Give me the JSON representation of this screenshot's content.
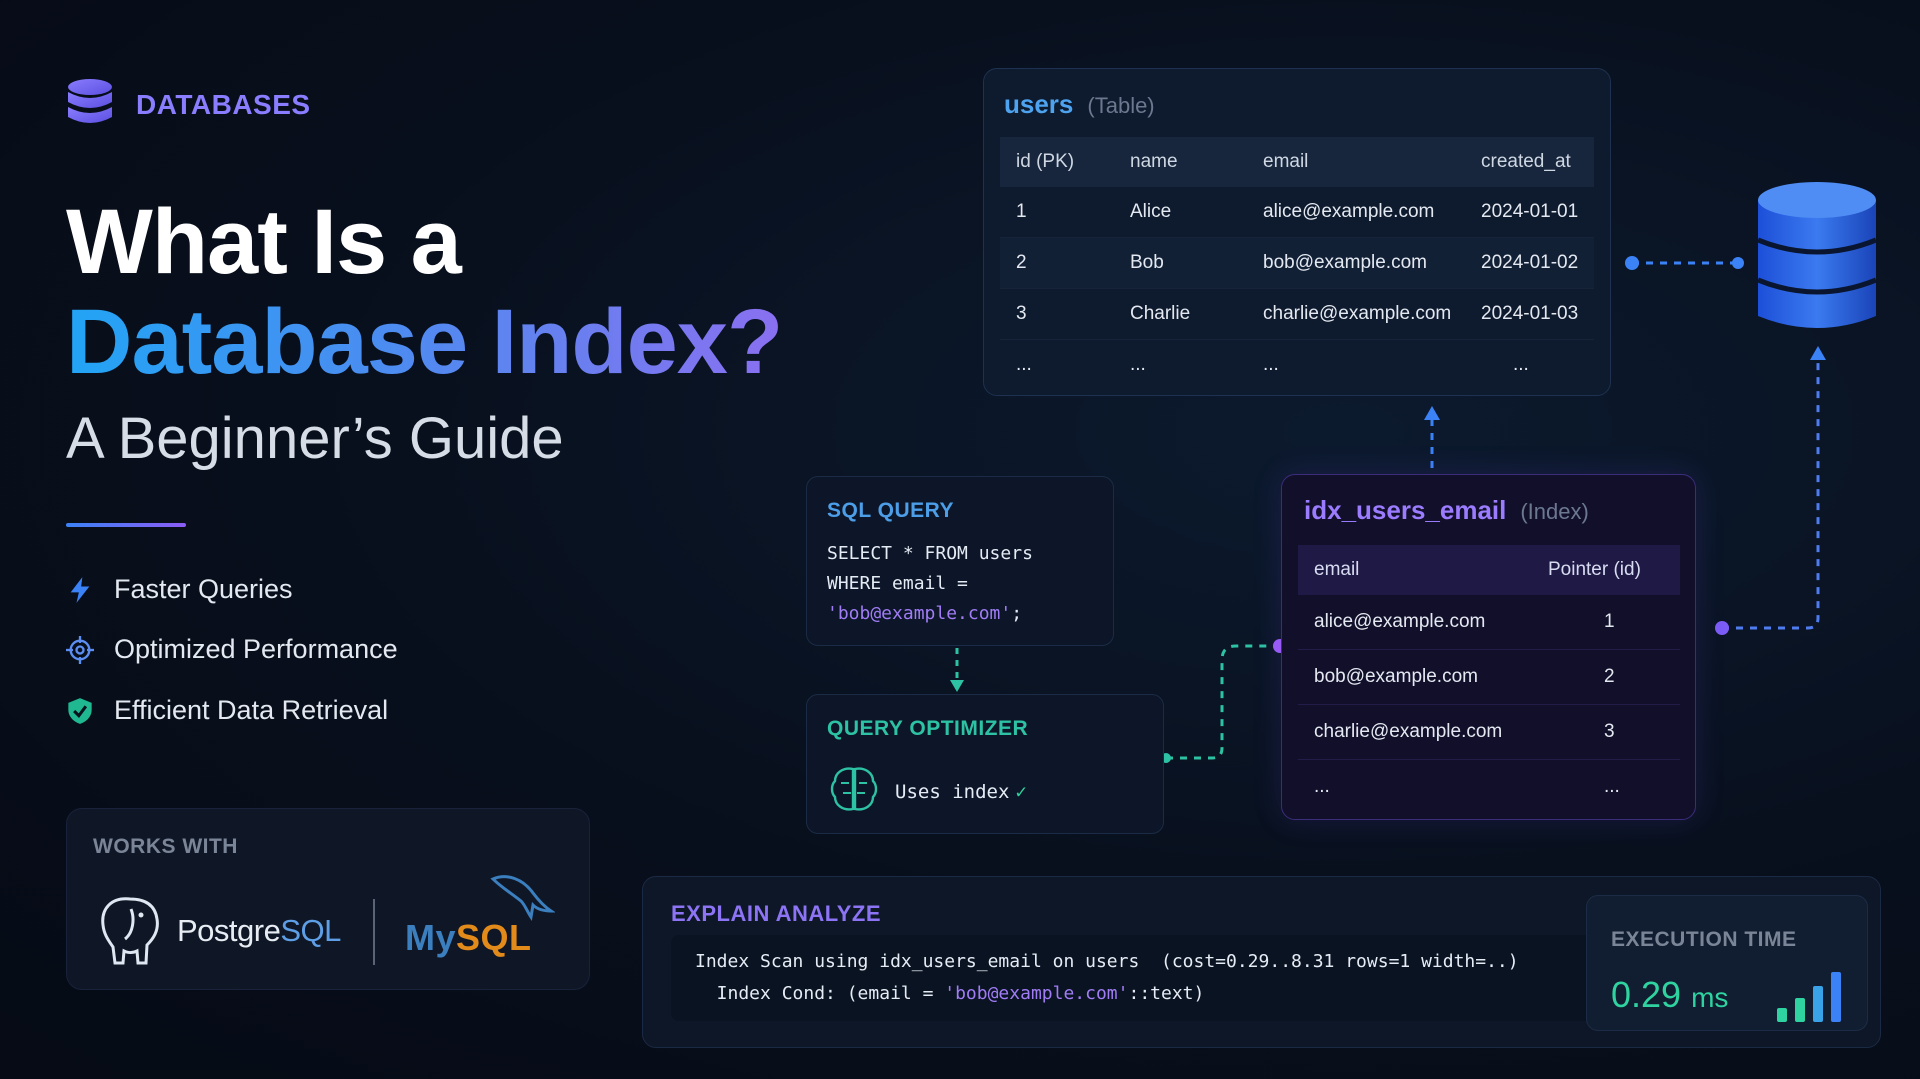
{
  "brand": {
    "label": "DATABASES",
    "icon": "database-icon",
    "color": "#8a7dff"
  },
  "title": {
    "line1": "What Is a",
    "line2": "Database Index?",
    "subtitle": "A Beginner’s Guide"
  },
  "features": [
    {
      "label": "Faster Queries",
      "icon": "lightning-icon"
    },
    {
      "label": "Optimized Performance",
      "icon": "target-icon"
    },
    {
      "label": "Efficient Data Retrieval",
      "icon": "shield-check-icon"
    }
  ],
  "works_with": {
    "label": "WORKS WITH",
    "postgres": {
      "pre": "Postgre",
      "post": "SQL",
      "icon": "elephant-icon"
    },
    "mysql": {
      "pre": "My",
      "post": "SQL",
      "icon": "dolphin-icon"
    }
  },
  "users_table": {
    "name": "users",
    "kind": "(Table)",
    "columns": [
      "id (PK)",
      "name",
      "email",
      "created_at"
    ],
    "rows": [
      [
        "1",
        "Alice",
        "alice@example.com",
        "2024-01-01"
      ],
      [
        "2",
        "Bob",
        "bob@example.com",
        "2024-01-02"
      ],
      [
        "3",
        "Charlie",
        "charlie@example.com",
        "2024-01-03"
      ],
      [
        "...",
        "...",
        "...",
        "..."
      ]
    ]
  },
  "index_table": {
    "name": "idx_users_email",
    "kind": "(Index)",
    "columns": [
      "email",
      "Pointer (id)"
    ],
    "rows": [
      [
        "alice@example.com",
        "1"
      ],
      [
        "bob@example.com",
        "2"
      ],
      [
        "charlie@example.com",
        "3"
      ],
      [
        "...",
        "..."
      ]
    ]
  },
  "sql_query": {
    "title": "SQL QUERY",
    "line1": "SELECT * FROM users",
    "line2": "WHERE email =",
    "line3_str": "'bob@example.com'",
    "line3_end": ";"
  },
  "optimizer": {
    "title": "QUERY OPTIMIZER",
    "text": "Uses index",
    "check": "✓",
    "icon": "brain-icon"
  },
  "explain": {
    "title": "EXPLAIN ANALYZE",
    "line1": "Index Scan using idx_users_email on users  (cost=0.29..8.31 rows=1 width=..)",
    "line2_pre": "  Index Cond: (email = ",
    "line2_str": "'bob@example.com'",
    "line2_post": "::text)"
  },
  "execution": {
    "label": "EXECUTION TIME",
    "value": "0.29",
    "unit": "ms",
    "icon": "bar-chart-icon"
  },
  "colors": {
    "accent_blue": "#22a4f5",
    "accent_purple": "#8a70f0",
    "accent_green": "#2fd3a0"
  }
}
